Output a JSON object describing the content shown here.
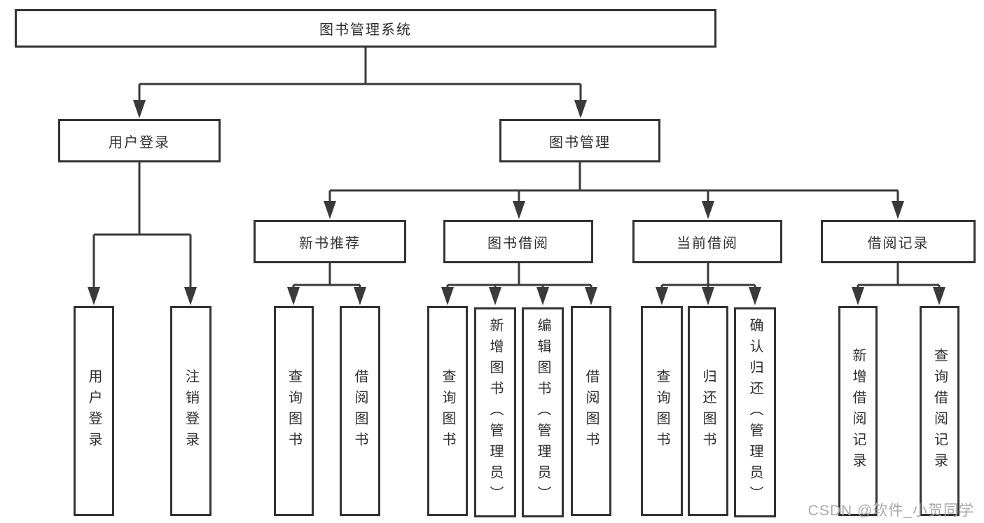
{
  "diagram": {
    "title": "图书管理系统",
    "line_color": "#3a3a3a",
    "border_color": "#333333",
    "root": {
      "label": "图书管理系统",
      "children": [
        {
          "label": "用户登录",
          "children": [
            {
              "label": "用户登录"
            },
            {
              "label": "注销登录"
            }
          ]
        },
        {
          "label": "图书管理",
          "children": [
            {
              "label": "新书推荐",
              "children": [
                {
                  "label": "查询图书"
                },
                {
                  "label": "借阅图书"
                }
              ]
            },
            {
              "label": "图书借阅",
              "children": [
                {
                  "label": "查询图书"
                },
                {
                  "label": "新增图书（管理员）"
                },
                {
                  "label": "编辑图书（管理员）"
                },
                {
                  "label": "借阅图书"
                }
              ]
            },
            {
              "label": "当前借阅",
              "children": [
                {
                  "label": "查询图书"
                },
                {
                  "label": "归还图书"
                },
                {
                  "label": "确认归还（管理员）"
                }
              ]
            },
            {
              "label": "借阅记录",
              "children": [
                {
                  "label": "新增借阅记录"
                },
                {
                  "label": "查询借阅记录"
                }
              ]
            }
          ]
        }
      ]
    },
    "watermark": "CSDN @软件_小贺同学"
  }
}
